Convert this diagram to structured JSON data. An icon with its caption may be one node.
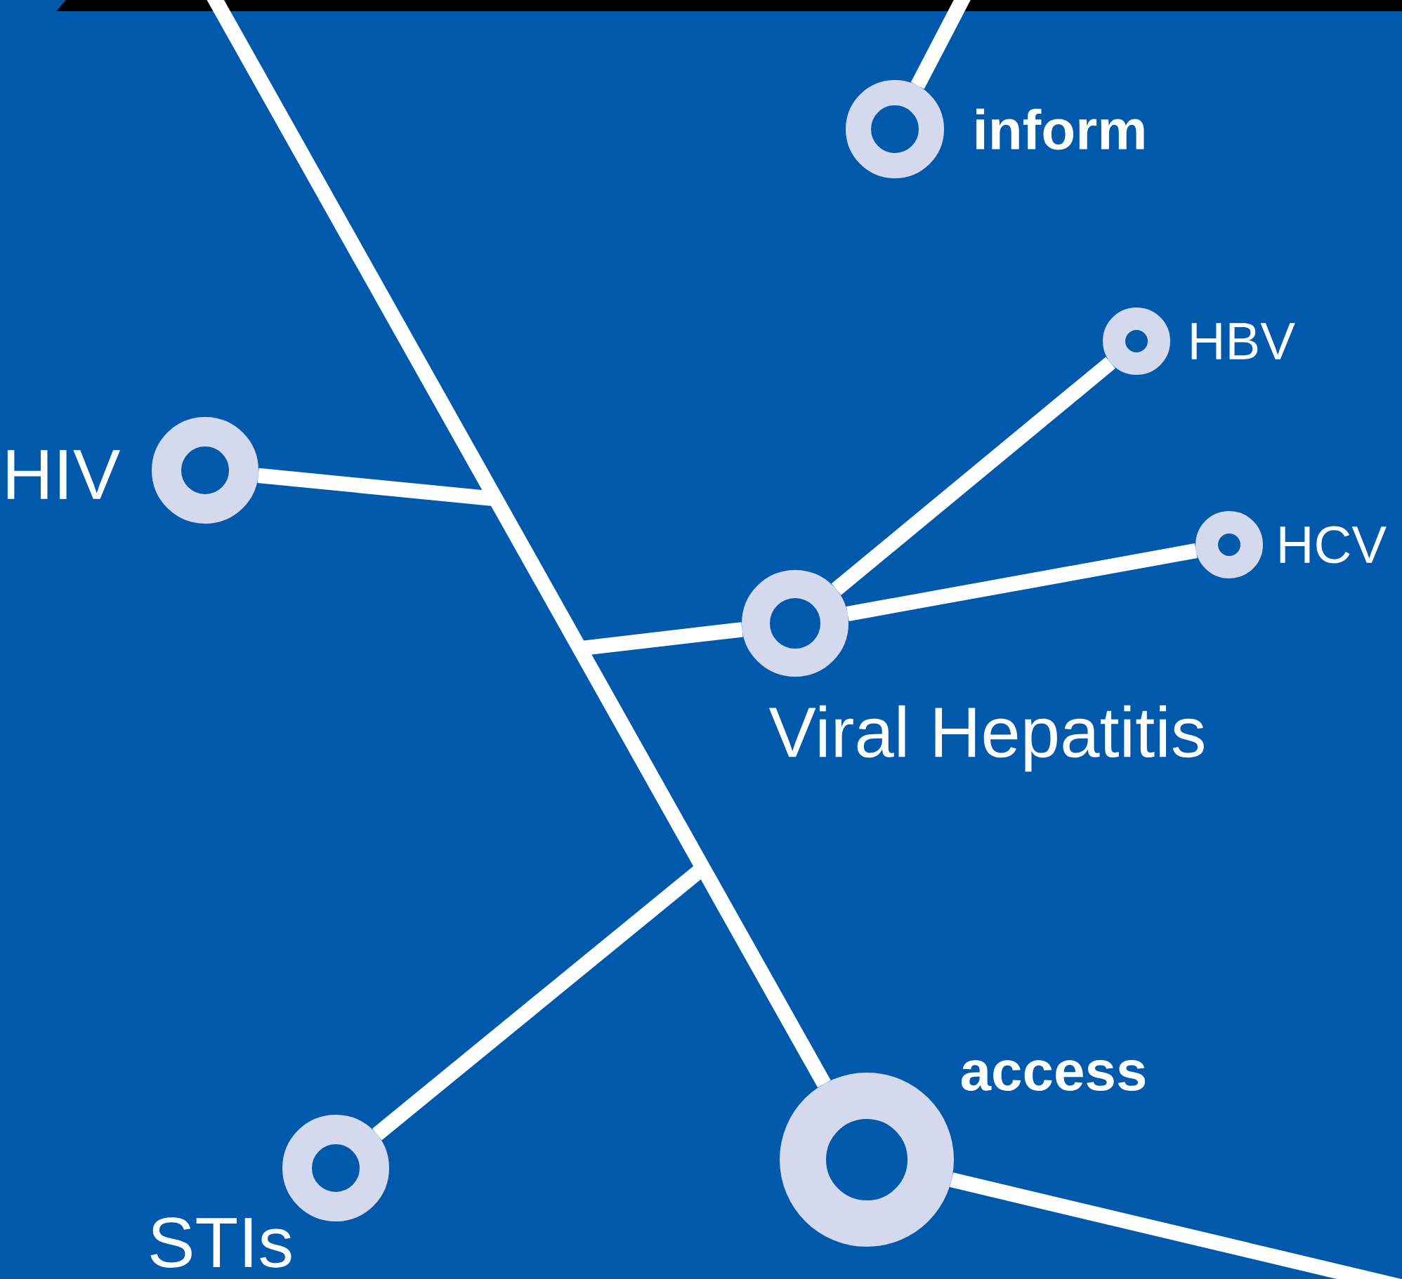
{
  "diagram": {
    "nodes": [
      {
        "text": [
          "inform"
        ]
      },
      {
        "text": [
          "HBV"
        ]
      },
      {
        "text": [
          "HIV"
        ]
      },
      {
        "text": [
          "HCV"
        ]
      },
      {
        "text": [
          "Viral Hepatitis"
        ]
      },
      {
        "text": [
          "STIs"
        ]
      },
      {
        "text": [
          "access"
        ]
      }
    ],
    "edges": [
      {
        "from": null,
        "to": 0,
        "arrow": "none"
      },
      {
        "from": null,
        "to": 6,
        "arrow": "none"
      },
      {
        "from": 2,
        "to": null,
        "arrow": "none"
      },
      {
        "from": 4,
        "to": null,
        "arrow": "none"
      },
      {
        "from": 5,
        "to": null,
        "arrow": "none"
      },
      {
        "from": 4,
        "to": 1,
        "arrow": "none"
      },
      {
        "from": 4,
        "to": 3,
        "arrow": "none"
      },
      {
        "from": 6,
        "to": null,
        "arrow": "none"
      }
    ]
  }
}
